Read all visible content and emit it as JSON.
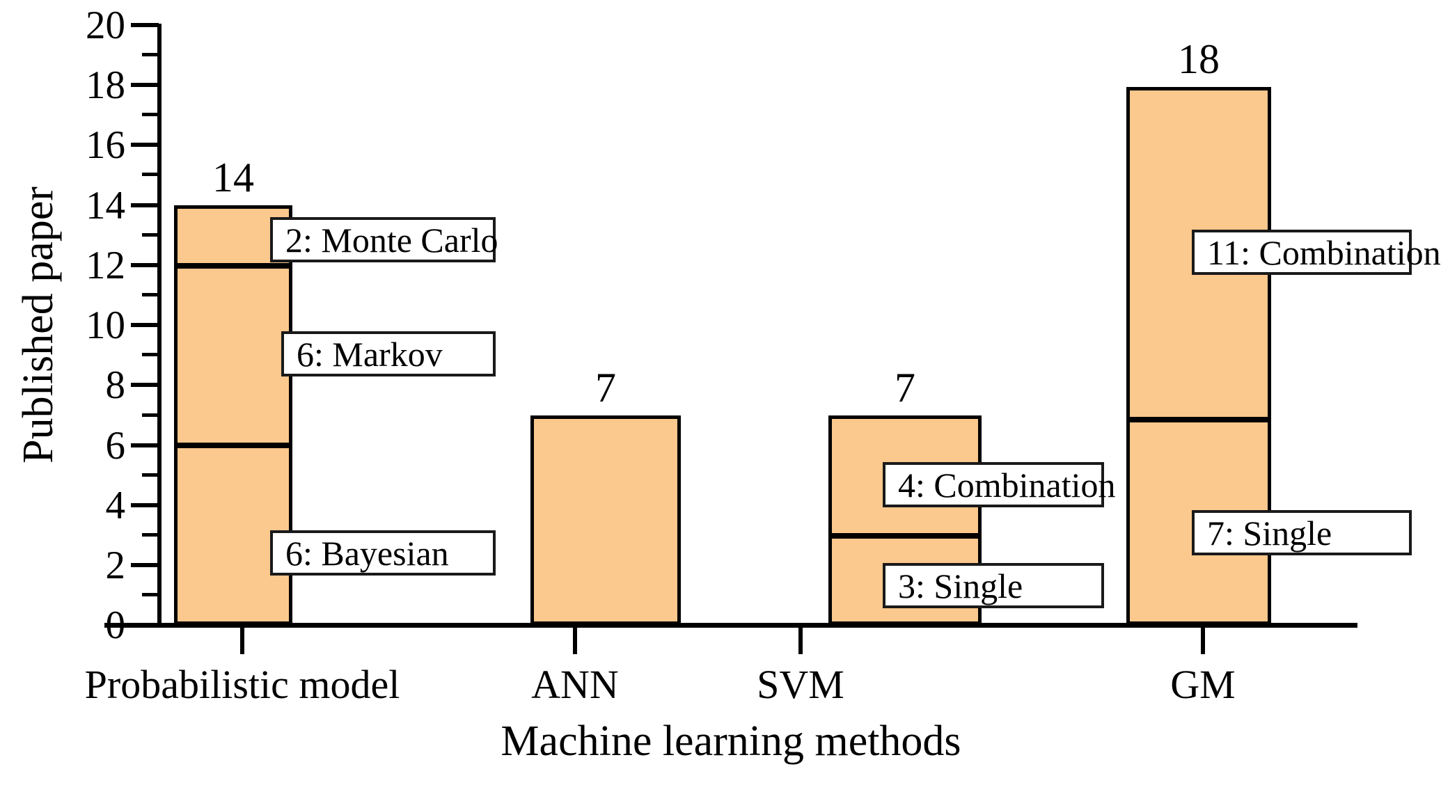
{
  "chart_data": {
    "type": "bar",
    "title": "",
    "xlabel": "Machine learning methods",
    "ylabel": "Published paper",
    "categories": [
      "Probabilistic model",
      "ANN",
      "SVM",
      "GM"
    ],
    "values": [
      14,
      7,
      7,
      18
    ],
    "ylim": [
      0,
      20
    ],
    "ytick_labels": [
      "0",
      "2",
      "4",
      "6",
      "8",
      "10",
      "12",
      "14",
      "16",
      "18",
      "20"
    ],
    "ytick_values": [
      0,
      2,
      4,
      6,
      8,
      10,
      12,
      14,
      16,
      18,
      20
    ],
    "minor_tick_step": 1,
    "grid": false,
    "legend": "none",
    "bar_color": "#FBC88D",
    "bar_edge_color": "#000000",
    "stacked_segments": [
      {
        "category": "Probabilistic model",
        "total": 14,
        "segments": [
          {
            "label": "6: Bayesian",
            "value": 6,
            "from": 0,
            "to": 6
          },
          {
            "label": "6: Markov",
            "value": 6,
            "from": 6,
            "to": 12
          },
          {
            "label": "2: Monte Carlo",
            "value": 2,
            "from": 12,
            "to": 14
          }
        ]
      },
      {
        "category": "ANN",
        "total": 7,
        "segments": []
      },
      {
        "category": "SVM",
        "total": 7,
        "segments": [
          {
            "label": "3: Single",
            "value": 3,
            "from": 0,
            "to": 3
          },
          {
            "label": "4: Combination",
            "value": 4,
            "from": 3,
            "to": 7
          }
        ]
      },
      {
        "category": "GM",
        "total": 18,
        "segments": [
          {
            "label": "7: Single",
            "value": 7,
            "from": 0,
            "to": 7
          },
          {
            "label": "11: Combination",
            "value": 11,
            "from": 7,
            "to": 18
          }
        ]
      }
    ],
    "value_labels": [
      "14",
      "7",
      "7",
      "18"
    ],
    "annotations": [
      "2: Monte Carlo",
      "6: Markov",
      "6: Bayesian",
      "4: Combination",
      "3: Single",
      "11: Combination",
      "7: Single"
    ]
  },
  "axis": {
    "y_title": "Published paper",
    "x_title": "Machine learning methods",
    "y_ticks": [
      {
        "label": "20",
        "value": 20
      },
      {
        "label": "18",
        "value": 18
      },
      {
        "label": "16",
        "value": 16
      },
      {
        "label": "14",
        "value": 14
      },
      {
        "label": "12",
        "value": 12
      },
      {
        "label": "10",
        "value": 10
      },
      {
        "label": "8",
        "value": 8
      },
      {
        "label": "6",
        "value": 6
      },
      {
        "label": "4",
        "value": 4
      },
      {
        "label": "2",
        "value": 2
      },
      {
        "label": "0",
        "value": 0
      }
    ],
    "x_ticks": [
      {
        "label": "Probabilistic model"
      },
      {
        "label": "ANN"
      },
      {
        "label": "SVM"
      },
      {
        "label": "GM"
      }
    ]
  },
  "bars": [
    {
      "name": "Probabilistic model",
      "total_label": "14"
    },
    {
      "name": "ANN",
      "total_label": "7"
    },
    {
      "name": "SVM",
      "total_label": "7"
    },
    {
      "name": "GM",
      "total_label": "18"
    }
  ],
  "callouts": [
    {
      "text": "2: Monte Carlo"
    },
    {
      "text": "6: Markov"
    },
    {
      "text": "6: Bayesian"
    },
    {
      "text": "4: Combination"
    },
    {
      "text": "3: Single"
    },
    {
      "text": "11: Combination"
    },
    {
      "text": "7: Single"
    }
  ],
  "colors": {
    "bar_fill": "#FBC88D",
    "bar_stroke": "#000000",
    "text": "#000000",
    "background": "#ffffff"
  }
}
